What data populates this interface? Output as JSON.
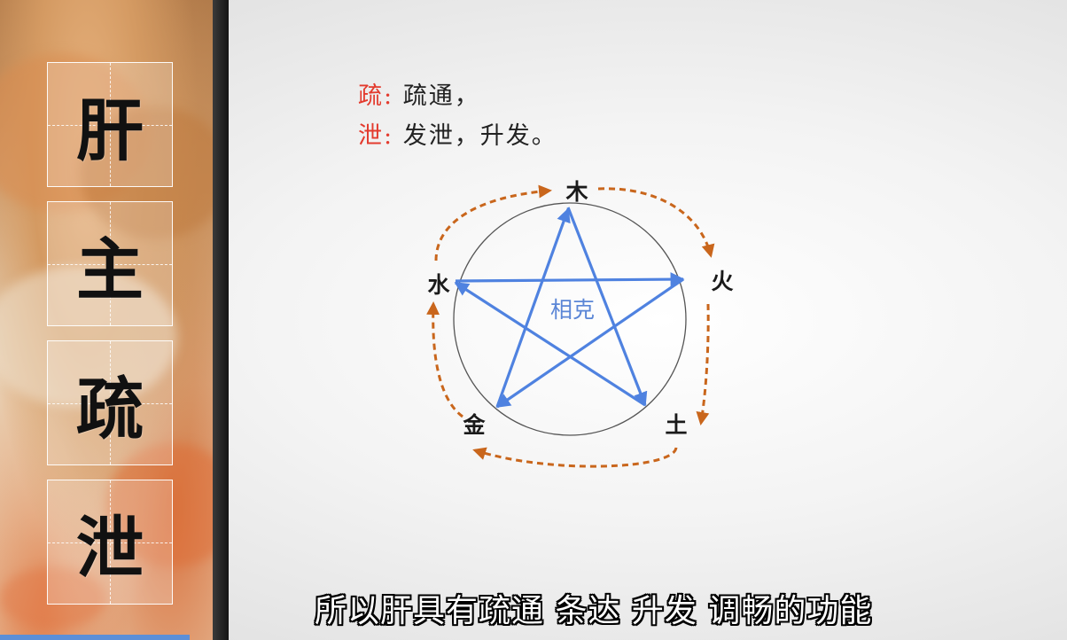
{
  "side_title": {
    "chars": [
      "肝",
      "主",
      "疏",
      "泄"
    ]
  },
  "definitions": [
    {
      "term": "疏",
      "sep": ":",
      "text": "疏通，"
    },
    {
      "term": "泄",
      "sep": ":",
      "text": "发泄，升发。"
    }
  ],
  "diagram": {
    "elements": {
      "wood": "木",
      "fire": "火",
      "earth": "土",
      "metal": "金",
      "water": "水"
    },
    "center_label": "相克",
    "colors": {
      "star": "#4f82e0",
      "cycle": "#c9661c",
      "circle": "#555555",
      "term": "#e33b2e"
    }
  },
  "subtitle": "所以肝具有疏通 条达 升发 调畅的功能"
}
